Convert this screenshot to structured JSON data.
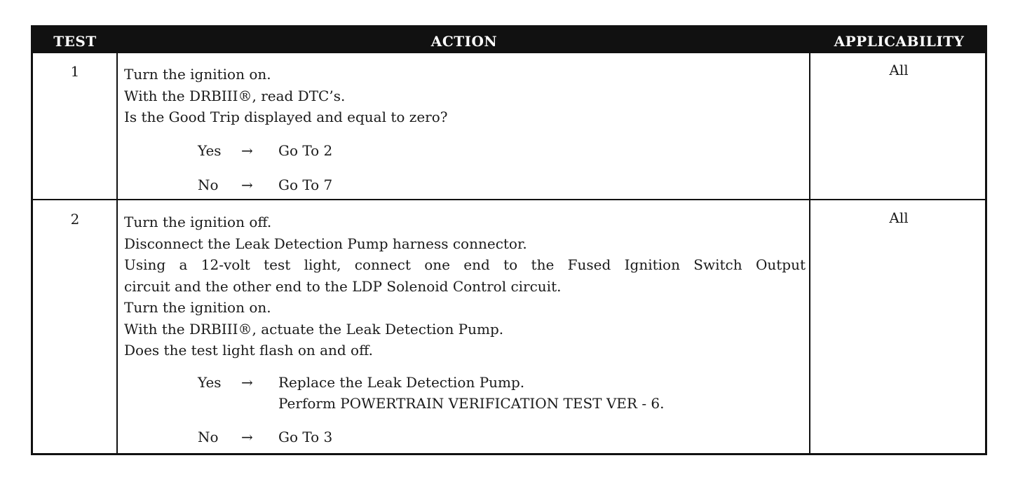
{
  "header": {
    "test": "TEST",
    "action": "ACTION",
    "applicability": "APPLICABILITY"
  },
  "rows": [
    {
      "test": "1",
      "applicability": "All",
      "steps": [
        "Turn the ignition on.",
        "With the DRBIII®, read DTC’s.",
        "Is the Good Trip displayed and equal to zero?"
      ],
      "responses": [
        {
          "answer": "Yes",
          "arrow": "→",
          "result": [
            "Go To   2"
          ]
        },
        {
          "answer": "No",
          "arrow": "→",
          "result": [
            "Go To   7"
          ]
        }
      ]
    },
    {
      "test": "2",
      "applicability": "All",
      "steps": [
        "Turn the ignition off.",
        "Disconnect the Leak Detection Pump harness connector.",
        "Using a 12-volt test light, connect one end to the Fused Ignition Switch Output",
        "circuit and the other end to the LDP Solenoid Control circuit.",
        "Turn the ignition on.",
        "With the DRBIII®, actuate the Leak Detection Pump.",
        "Does the test light flash on and off."
      ],
      "responses": [
        {
          "answer": "Yes",
          "arrow": "→",
          "result": [
            "Replace the Leak Detection Pump.",
            "Perform POWERTRAIN VERIFICATION TEST VER - 6."
          ]
        },
        {
          "answer": "No",
          "arrow": "→",
          "result": [
            "Go To   3"
          ]
        }
      ]
    }
  ]
}
